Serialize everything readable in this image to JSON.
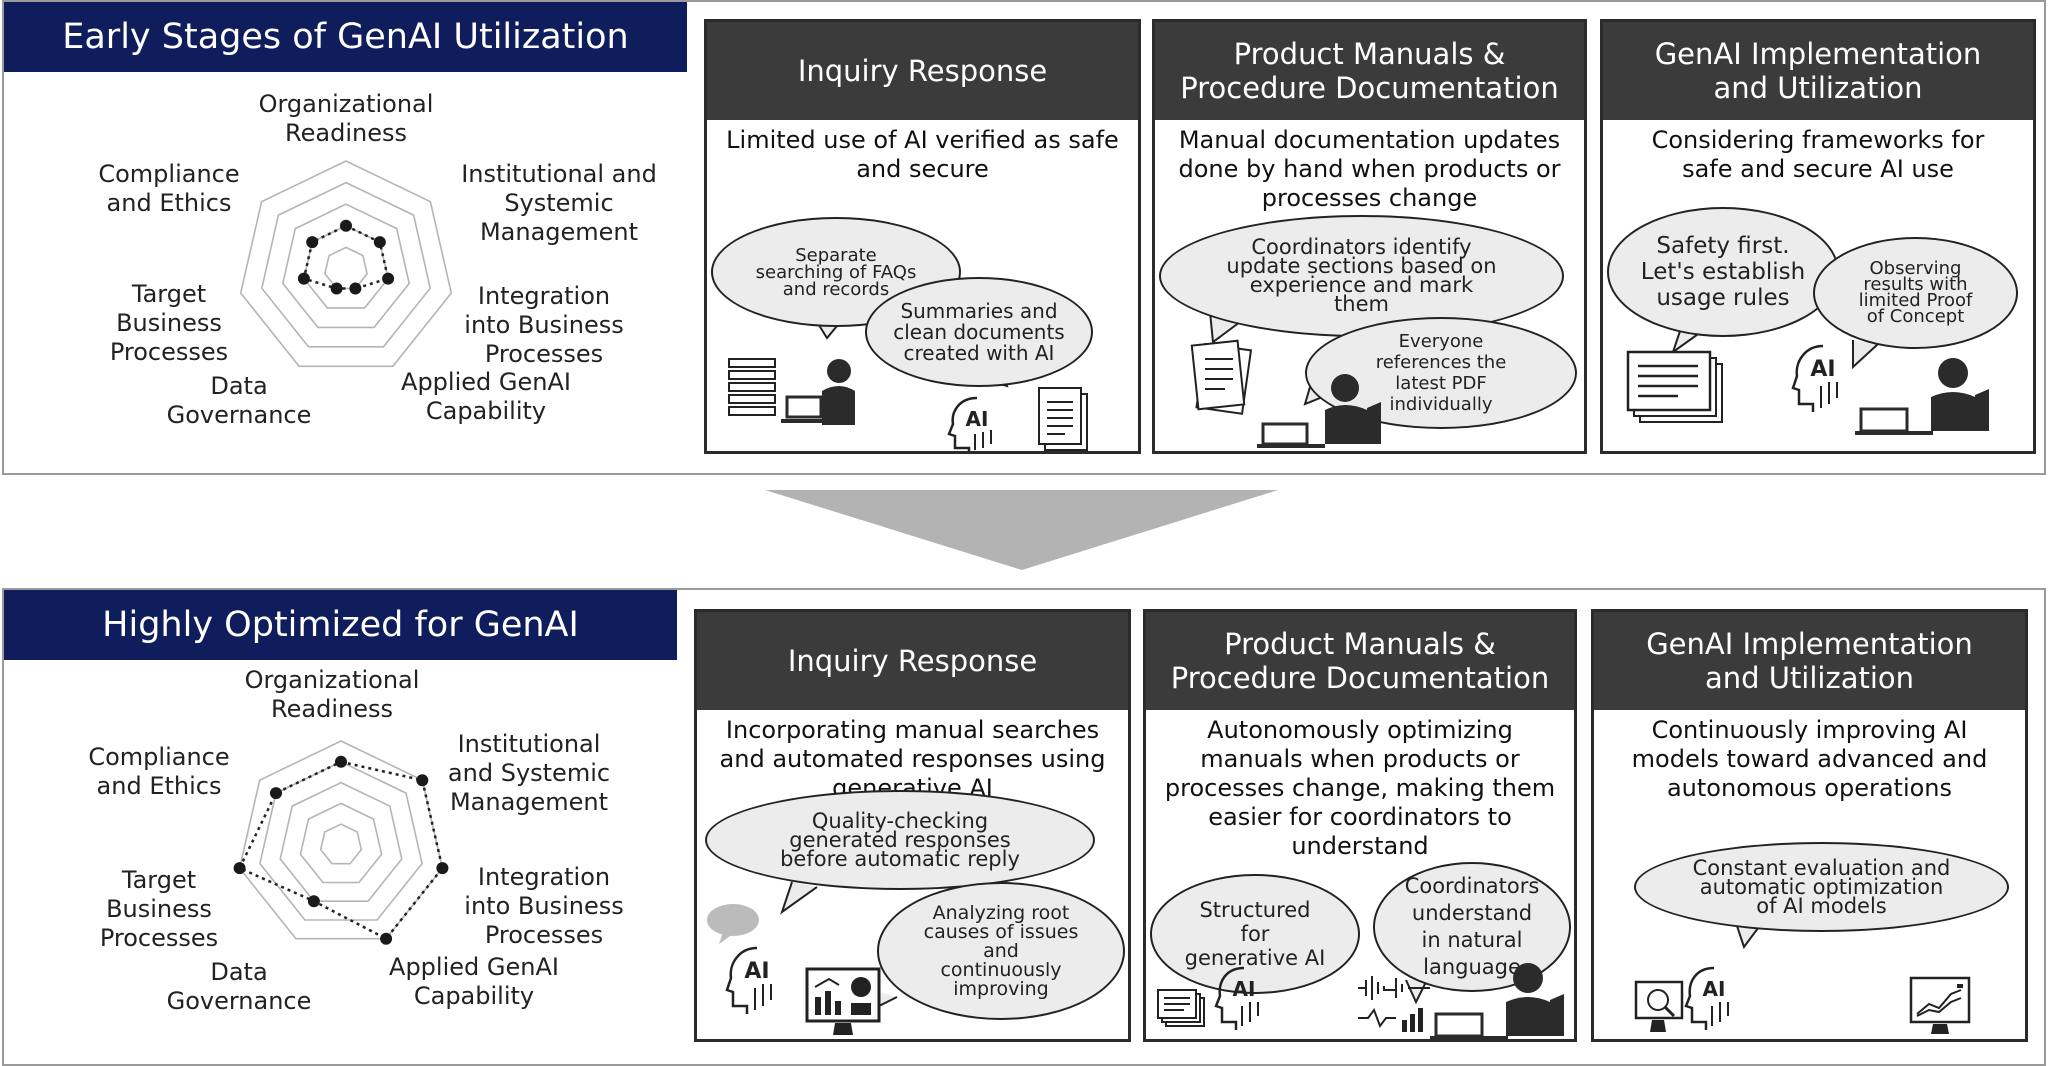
{
  "stages": [
    {
      "banner": "Early Stages of GenAI Utilization",
      "radar_labels": {
        "org": [
          "Organizational",
          "Readiness"
        ],
        "inst": [
          "Institutional and",
          "Systemic",
          "Management"
        ],
        "integ": [
          "Integration",
          "into Business",
          "Processes"
        ],
        "applied": [
          "Applied GenAI",
          "Capability"
        ],
        "data": [
          "Data",
          "Governance"
        ],
        "target": [
          "Target",
          "Business",
          "Processes"
        ],
        "comp": [
          "Compliance",
          "and Ethics"
        ]
      },
      "radar_levels": [
        2,
        2,
        2,
        1,
        1,
        2,
        2
      ],
      "cards": [
        {
          "title": [
            "Inquiry Response"
          ],
          "desc": [
            "Limited use of AI verified as safe",
            "and secure"
          ],
          "bubbles": [
            [
              "Separate",
              "searching of FAQs",
              "and records"
            ],
            [
              "Summaries and",
              "clean documents",
              "created with AI"
            ]
          ]
        },
        {
          "title": [
            "Product Manuals &",
            "Procedure Documentation"
          ],
          "desc": [
            "Manual documentation updates",
            "done by hand when products or",
            "processes change"
          ],
          "bubbles": [
            [
              "Coordinators identify",
              "update sections based on",
              "experience and mark",
              "them"
            ],
            [
              "Everyone",
              "references the",
              "latest PDF",
              "individually"
            ]
          ]
        },
        {
          "title": [
            "GenAI Implementation",
            "and Utilization"
          ],
          "desc": [
            "Considering frameworks for",
            "safe and secure AI use"
          ],
          "bubbles": [
            [
              "Safety first.",
              "Let's establish",
              "usage rules"
            ],
            [
              "Observing",
              "results with",
              "limited Proof",
              "of Concept"
            ]
          ]
        }
      ]
    },
    {
      "banner": "Highly Optimized for GenAI",
      "radar_labels": {
        "org": [
          "Organizational",
          "Readiness"
        ],
        "inst": [
          "Institutional",
          "and Systemic",
          "Management"
        ],
        "integ": [
          "Integration",
          "into Business",
          "Processes"
        ],
        "applied": [
          "Applied GenAI",
          "Capability"
        ],
        "data": [
          "Data",
          "Governance"
        ],
        "target": [
          "Target",
          "Business",
          "Processes"
        ],
        "comp": [
          "Compliance",
          "and Ethics"
        ]
      },
      "radar_levels": [
        4,
        5,
        5,
        5,
        3,
        5,
        4
      ],
      "cards": [
        {
          "title": [
            "Inquiry Response"
          ],
          "desc": [
            "Incorporating manual searches",
            "and automated responses using",
            "generative AI"
          ],
          "bubbles": [
            [
              "Quality-checking",
              "generated responses",
              "before automatic reply"
            ],
            [
              "Analyzing root",
              "causes of issues",
              "and",
              "continuously",
              "improving"
            ]
          ]
        },
        {
          "title": [
            "Product Manuals &",
            "Procedure Documentation"
          ],
          "desc": [
            "Autonomously optimizing",
            "manuals when products or",
            "processes change, making them",
            "easier for coordinators to",
            "understand"
          ],
          "bubbles": [
            [
              "Structured",
              "for",
              "generative AI"
            ],
            [
              "Coordinators",
              "understand",
              "in natural",
              "language"
            ]
          ]
        },
        {
          "title": [
            "GenAI Implementation",
            "and Utilization"
          ],
          "desc": [
            "Continuously improving AI",
            "models toward advanced and",
            "autonomous operations"
          ],
          "bubbles": [
            [
              "Constant evaluation and",
              "automatic optimization",
              "of AI models"
            ]
          ]
        }
      ]
    }
  ],
  "colors": {
    "banner": "#0f1d5c",
    "card_header": "#3b3b3b",
    "arrow": "#b3b3b3",
    "bubble": "#ececec"
  },
  "icons": [
    "person-at-laptop-icon",
    "ai-head-icon",
    "document-stack-icon",
    "analytics-monitor-icon",
    "line-chart-monitor-icon",
    "waveform-icon",
    "speech-bubble-icon"
  ]
}
